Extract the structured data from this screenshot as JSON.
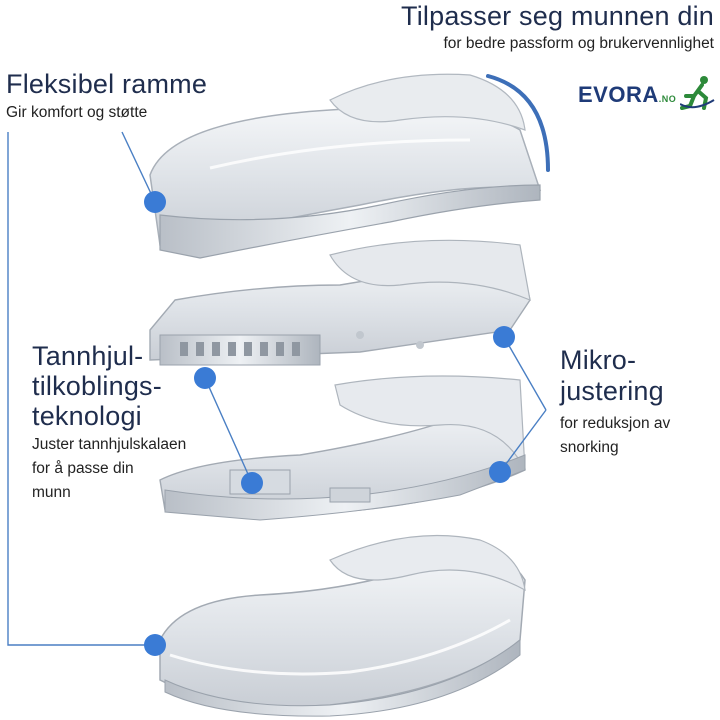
{
  "headline": {
    "title": "Tilpasser seg munnen din",
    "subtitle": "for bedre passform og brukervennlighet"
  },
  "logo": {
    "brand": "EVORA",
    "suffix": ".NO",
    "icon": "running-person-icon"
  },
  "callouts": {
    "frame": {
      "title": "Fleksibel ramme",
      "desc": "Gir komfort og støtte"
    },
    "gear": {
      "title_lines": [
        "Tannhjul-",
        "tilkoblings-",
        "teknologi"
      ],
      "desc_lines": [
        "Juster tannhjulskalaen",
        "for å passe din",
        "munn"
      ]
    },
    "micro": {
      "title_lines": [
        "Mikro-",
        "justering"
      ],
      "desc_lines": [
        "for reduksjon av",
        "snorking"
      ]
    }
  },
  "colors": {
    "accent_dot": "#3a7bd5",
    "line": "#4a7fc4",
    "heading": "#1f2d4d",
    "logo_blue": "#1f3b78",
    "logo_green": "#2d8a3a"
  }
}
